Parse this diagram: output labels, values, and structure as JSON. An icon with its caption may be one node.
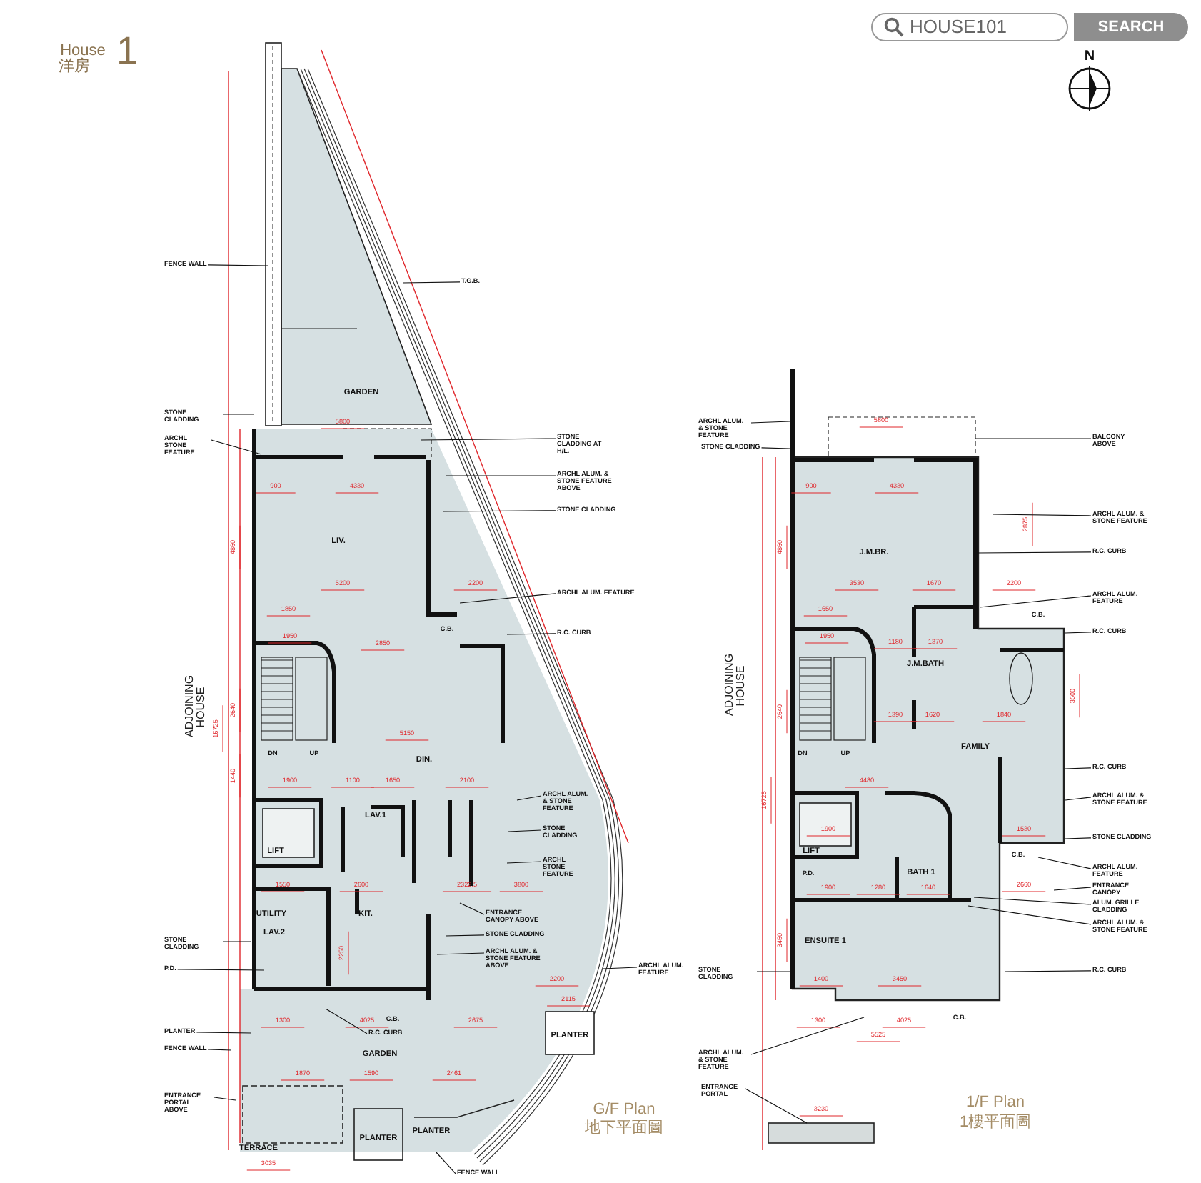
{
  "diagram": {
    "nodes": [
      {
        "text": [
          "FENCE WALL"
        ]
      },
      {
        "text": [
          "STONE CLADDING"
        ]
      },
      {
        "text": [
          "ARCHL STONE FEATURE"
        ]
      },
      {
        "text": [
          "STONE CLADDING"
        ]
      },
      {
        "text": [
          "P.D."
        ]
      },
      {
        "text": [
          "PLANTER"
        ]
      },
      {
        "text": [
          "FENCE WALL"
        ]
      },
      {
        "text": [
          "ENTRANCE PORTAL ABOVE"
        ]
      },
      {
        "text": [
          "T.G.B."
        ]
      },
      {
        "text": [
          "STONE CLADDING AT H/L."
        ]
      },
      {
        "text": [
          "ARCHL ALUM. & STONE FEATURE ABOVE"
        ]
      },
      {
        "text": [
          "STONE CLADDING"
        ]
      },
      {
        "text": [
          "ARCHL ALUM. FEATURE"
        ]
      },
      {
        "text": [
          "R.C. CURB"
        ]
      },
      {
        "text": [
          "ARCHL ALUM. & STONE FEATURE"
        ]
      },
      {
        "text": [
          "STONE CLADDING"
        ]
      },
      {
        "text": [
          "ARCHL STONE FEATURE"
        ]
      },
      {
        "text": [
          "ENTRANCE CANOPY ABOVE"
        ]
      },
      {
        "text": [
          "STONE CLADDING"
        ]
      },
      {
        "text": [
          "ARCHL ALUM. & STONE FEATURE ABOVE"
        ]
      },
      {
        "text": [
          "ARCHL ALUM. FEATURE"
        ]
      },
      {
        "text": [
          "R.C. CURB"
        ]
      },
      {
        "text": [
          "FENCE WALL"
        ]
      },
      {
        "text": [
          "ARCHL ALUM. & STONE FEATURE"
        ]
      },
      {
        "text": [
          "STONE CLADDING"
        ]
      },
      {
        "text": [
          "STONE CLADDING"
        ]
      },
      {
        "text": [
          "ARCHL ALUM. & STONE FEATURE"
        ]
      },
      {
        "text": [
          "ENTRANCE PORTAL"
        ]
      },
      {
        "text": [
          "BALCONY ABOVE"
        ]
      },
      {
        "text": [
          "ARCHL ALUM. & STONE FEATURE"
        ]
      },
      {
        "text": [
          "R.C. CURB"
        ]
      },
      {
        "text": [
          "ARCHL ALUM. FEATURE"
        ]
      },
      {
        "text": [
          "R.C. CURB"
        ]
      },
      {
        "text": [
          "R.C. CURB"
        ]
      },
      {
        "text": [
          "ARCHL ALUM. & STONE FEATURE"
        ]
      },
      {
        "text": [
          "STONE CLADDING"
        ]
      },
      {
        "text": [
          "ARCHL ALUM. FEATURE"
        ]
      },
      {
        "text": [
          "ENTRANCE CANOPY"
        ]
      },
      {
        "text": [
          "ALUM. GRILLE CLADDING"
        ]
      },
      {
        "text": [
          "ARCHL ALUM. & STONE FEATURE"
        ]
      },
      {
        "text": [
          "R.C. CURB"
        ]
      }
    ],
    "edges": [
      {
        "from": 0,
        "to": null,
        "arrow": "none"
      },
      {
        "from": 1,
        "to": null,
        "arrow": "none"
      },
      {
        "from": 2,
        "to": null,
        "arrow": "none"
      },
      {
        "from": 3,
        "to": null,
        "arrow": "none"
      },
      {
        "from": 4,
        "to": null,
        "arrow": "none"
      },
      {
        "from": 5,
        "to": null,
        "arrow": "none"
      },
      {
        "from": 6,
        "to": null,
        "arrow": "none"
      },
      {
        "from": 7,
        "to": null,
        "arrow": "none"
      },
      {
        "from": 8,
        "to": null,
        "arrow": "none"
      },
      {
        "from": 9,
        "to": null,
        "arrow": "none"
      },
      {
        "from": 10,
        "to": null,
        "arrow": "none"
      },
      {
        "from": 11,
        "to": null,
        "arrow": "none"
      },
      {
        "from": 12,
        "to": null,
        "arrow": "none"
      },
      {
        "from": 13,
        "to": null,
        "arrow": "none"
      },
      {
        "from": 14,
        "to": null,
        "arrow": "none"
      },
      {
        "from": 15,
        "to": null,
        "arrow": "none"
      },
      {
        "from": 16,
        "to": null,
        "arrow": "none"
      },
      {
        "from": 17,
        "to": null,
        "arrow": "none"
      },
      {
        "from": 18,
        "to": null,
        "arrow": "none"
      },
      {
        "from": 19,
        "to": null,
        "arrow": "none"
      },
      {
        "from": 20,
        "to": null,
        "arrow": "none"
      },
      {
        "from": 21,
        "to": null,
        "arrow": "none"
      },
      {
        "from": 22,
        "to": null,
        "arrow": "none"
      },
      {
        "from": 23,
        "to": null,
        "arrow": "none"
      },
      {
        "from": 24,
        "to": null,
        "arrow": "none"
      },
      {
        "from": 25,
        "to": null,
        "arrow": "none"
      },
      {
        "from": 26,
        "to": null,
        "arrow": "none"
      },
      {
        "from": 27,
        "to": null,
        "arrow": "none"
      },
      {
        "from": 28,
        "to": null,
        "arrow": "none"
      },
      {
        "from": 29,
        "to": null,
        "arrow": "none"
      },
      {
        "from": 30,
        "to": null,
        "arrow": "none"
      },
      {
        "from": 31,
        "to": null,
        "arrow": "none"
      },
      {
        "from": 32,
        "to": null,
        "arrow": "none"
      },
      {
        "from": 33,
        "to": null,
        "arrow": "none"
      },
      {
        "from": 34,
        "to": null,
        "arrow": "none"
      },
      {
        "from": 35,
        "to": null,
        "arrow": "none"
      },
      {
        "from": 36,
        "to": null,
        "arrow": "none"
      },
      {
        "from": 37,
        "to": null,
        "arrow": "none"
      },
      {
        "from": 38,
        "to": null,
        "arrow": "none"
      },
      {
        "from": 39,
        "to": null,
        "arrow": "none"
      },
      {
        "from": 40,
        "to": null,
        "arrow": "none"
      }
    ],
    "labels": [
      "House",
      "1",
      "洋房",
      "HOUSE101",
      "SEARCH",
      "N",
      "GARDEN",
      "LIV.",
      "DIN.",
      "LAV.1",
      "LIFT",
      "UTILITY",
      "KIT.",
      "LAV.2",
      "GARDEN",
      "PLANTER",
      "PLANTER",
      "PLANTER",
      "TERRACE",
      "ADJOINING HOUSE",
      "DN",
      "UP",
      "C.B.",
      "C.B.",
      "5800",
      "900",
      "4330",
      "5200",
      "2200",
      "1850",
      "1950",
      "2850",
      "5150",
      "1900",
      "1100",
      "1650",
      "2100",
      "1550",
      "2600",
      "2322.5",
      "3800",
      "2250",
      "2200",
      "1300",
      "4025",
      "2675",
      "2115",
      "1870",
      "1590",
      "2461",
      "3035",
      "4860",
      "2640",
      "1440",
      "16725",
      "G/F Plan",
      "地下平面圖",
      "J.M.BR.",
      "J.M.BATH",
      "FAMILY",
      "LIFT",
      "P.D.",
      "BATH 1",
      "ENSUITE 1",
      "C.B.",
      "C.B.",
      "C.B.",
      "ADJOINING HOUSE",
      "DN",
      "UP",
      "5800",
      "900",
      "4330",
      "3530",
      "1670",
      "2200",
      "1650",
      "1950",
      "1180",
      "1370",
      "1390",
      "1620",
      "1840",
      "4480",
      "1900",
      "1530",
      "1900",
      "1280",
      "1640",
      "2660",
      "1400",
      "3450",
      "1300",
      "4025",
      "5525",
      "3230",
      "4860",
      "2640",
      "3500",
      "2875",
      "3450",
      "16725",
      "1/F Plan",
      "1樓平面圖"
    ]
  }
}
